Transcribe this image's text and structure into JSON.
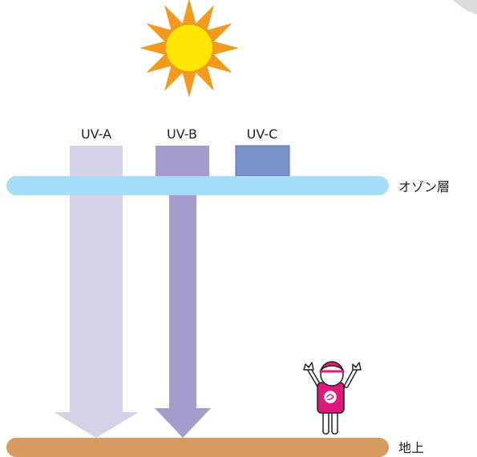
{
  "diagram": {
    "uv_labels": [
      "UV-A",
      "UV-B",
      "UV-C"
    ],
    "layer_labels": {
      "ozone": "オゾン層",
      "ground": "地上"
    },
    "colors": {
      "sun_rays": "#F39A1E",
      "sun_disc": "#FFE500",
      "ozone": "#A6DCF5",
      "ground": "#D79A5F",
      "uv_a": "#D5D1E8",
      "uv_b": "#A69CCB",
      "uv_c": "#7893CC",
      "person_accent": "#E0177D"
    },
    "icons": {
      "sun": "sun-icon",
      "person": "person-arms-raised-icon"
    }
  }
}
